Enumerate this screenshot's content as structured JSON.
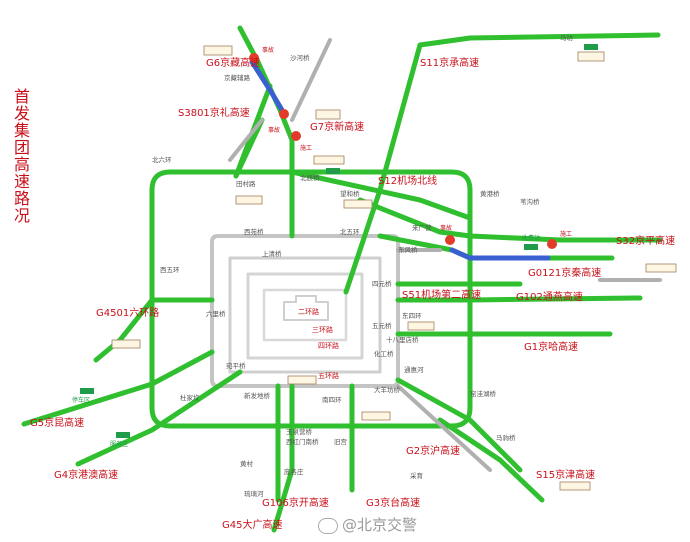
{
  "title": "首发集团高速路况",
  "watermark": "@北京交警",
  "legend_colors": {
    "clear": "#2fbf2f",
    "slow": "#3a5fd0",
    "ring_inner": "#b8b8b8",
    "no_data": "#9a9a9a",
    "label_red": "#c8101a",
    "label_brown": "#7a4b2a",
    "box_fill": "#fdf6e3"
  },
  "road_labels": [
    {
      "id": "g6",
      "text": "G6京藏高速"
    },
    {
      "id": "s3801",
      "text": "S3801京礼高速"
    },
    {
      "id": "g7",
      "text": "G7京新高速"
    },
    {
      "id": "s11",
      "text": "S11京承高速"
    },
    {
      "id": "s12",
      "text": "S12机场北线"
    },
    {
      "id": "s32",
      "text": "S32京平高速"
    },
    {
      "id": "g0121",
      "text": "G0121京秦高速"
    },
    {
      "id": "s51",
      "text": "S51机场第二高速"
    },
    {
      "id": "g102",
      "text": "G102通燕高速"
    },
    {
      "id": "g4501",
      "text": "G4501六环路"
    },
    {
      "id": "g1",
      "text": "G1京哈高速"
    },
    {
      "id": "g5",
      "text": "G5京昆高速"
    },
    {
      "id": "g4",
      "text": "G4京港澳高速"
    },
    {
      "id": "g2",
      "text": "G2京沪高速"
    },
    {
      "id": "s15",
      "text": "S15京津高速"
    },
    {
      "id": "g106",
      "text": "G106京开高速"
    },
    {
      "id": "g3",
      "text": "G3京台高速"
    },
    {
      "id": "g45",
      "text": "G45大广高速"
    },
    {
      "id": "ring2",
      "text": "二环路"
    },
    {
      "id": "ring3",
      "text": "三环路"
    },
    {
      "id": "ring4",
      "text": "四环路"
    },
    {
      "id": "ring5",
      "text": "五环路"
    }
  ],
  "bridge_labels": [
    {
      "id": "b1",
      "text": "西苑桥"
    },
    {
      "id": "b2",
      "text": "上清桥"
    },
    {
      "id": "b3",
      "text": "望和桥"
    },
    {
      "id": "b4",
      "text": "北五环"
    },
    {
      "id": "b5",
      "text": "东风桥"
    },
    {
      "id": "b6",
      "text": "四元桥"
    },
    {
      "id": "b7",
      "text": "五元桥"
    },
    {
      "id": "b8",
      "text": "十八里店桥"
    },
    {
      "id": "b9",
      "text": "化工桥"
    },
    {
      "id": "b10",
      "text": "大羊坊桥"
    },
    {
      "id": "b11",
      "text": "玉泉营桥"
    },
    {
      "id": "b12",
      "text": "西红门南桥"
    },
    {
      "id": "b13",
      "text": "宛平桥"
    },
    {
      "id": "b14",
      "text": "杜家坎"
    },
    {
      "id": "b15",
      "text": "田村路"
    },
    {
      "id": "b16",
      "text": "北辰桥"
    },
    {
      "id": "b17",
      "text": "来广营"
    },
    {
      "id": "b18",
      "text": "通惠河"
    },
    {
      "id": "b19",
      "text": "新发地桥"
    },
    {
      "id": "b20",
      "text": "窑洼湖桥"
    },
    {
      "id": "b21",
      "text": "黄港桥"
    },
    {
      "id": "b22",
      "text": "苇沟桥"
    },
    {
      "id": "b23",
      "text": "京藏辅路"
    },
    {
      "id": "b24",
      "text": "沙河桥"
    },
    {
      "id": "b25",
      "text": "马坊"
    },
    {
      "id": "b26",
      "text": "北六环"
    },
    {
      "id": "b27",
      "text": "六里桥"
    },
    {
      "id": "b28",
      "text": "南四环"
    },
    {
      "id": "b29",
      "text": "东四环"
    },
    {
      "id": "b30",
      "text": "西五环"
    },
    {
      "id": "b31",
      "text": "马驹桥"
    },
    {
      "id": "b32",
      "text": "旧宫"
    },
    {
      "id": "b33",
      "text": "采育"
    },
    {
      "id": "b34",
      "text": "黄村"
    },
    {
      "id": "b35",
      "text": "庞各庄"
    },
    {
      "id": "b36",
      "text": "琉璃河"
    }
  ],
  "service_areas": [
    {
      "id": "sa1",
      "text": "服务区"
    },
    {
      "id": "sa2",
      "text": "停车区"
    },
    {
      "id": "sa3",
      "text": "收费站"
    }
  ],
  "incidents": [
    {
      "id": "i1",
      "label": "事故"
    },
    {
      "id": "i2",
      "label": "事故"
    },
    {
      "id": "i3",
      "label": "施工"
    },
    {
      "id": "i4",
      "label": "事故"
    },
    {
      "id": "i5",
      "label": "施工"
    }
  ]
}
